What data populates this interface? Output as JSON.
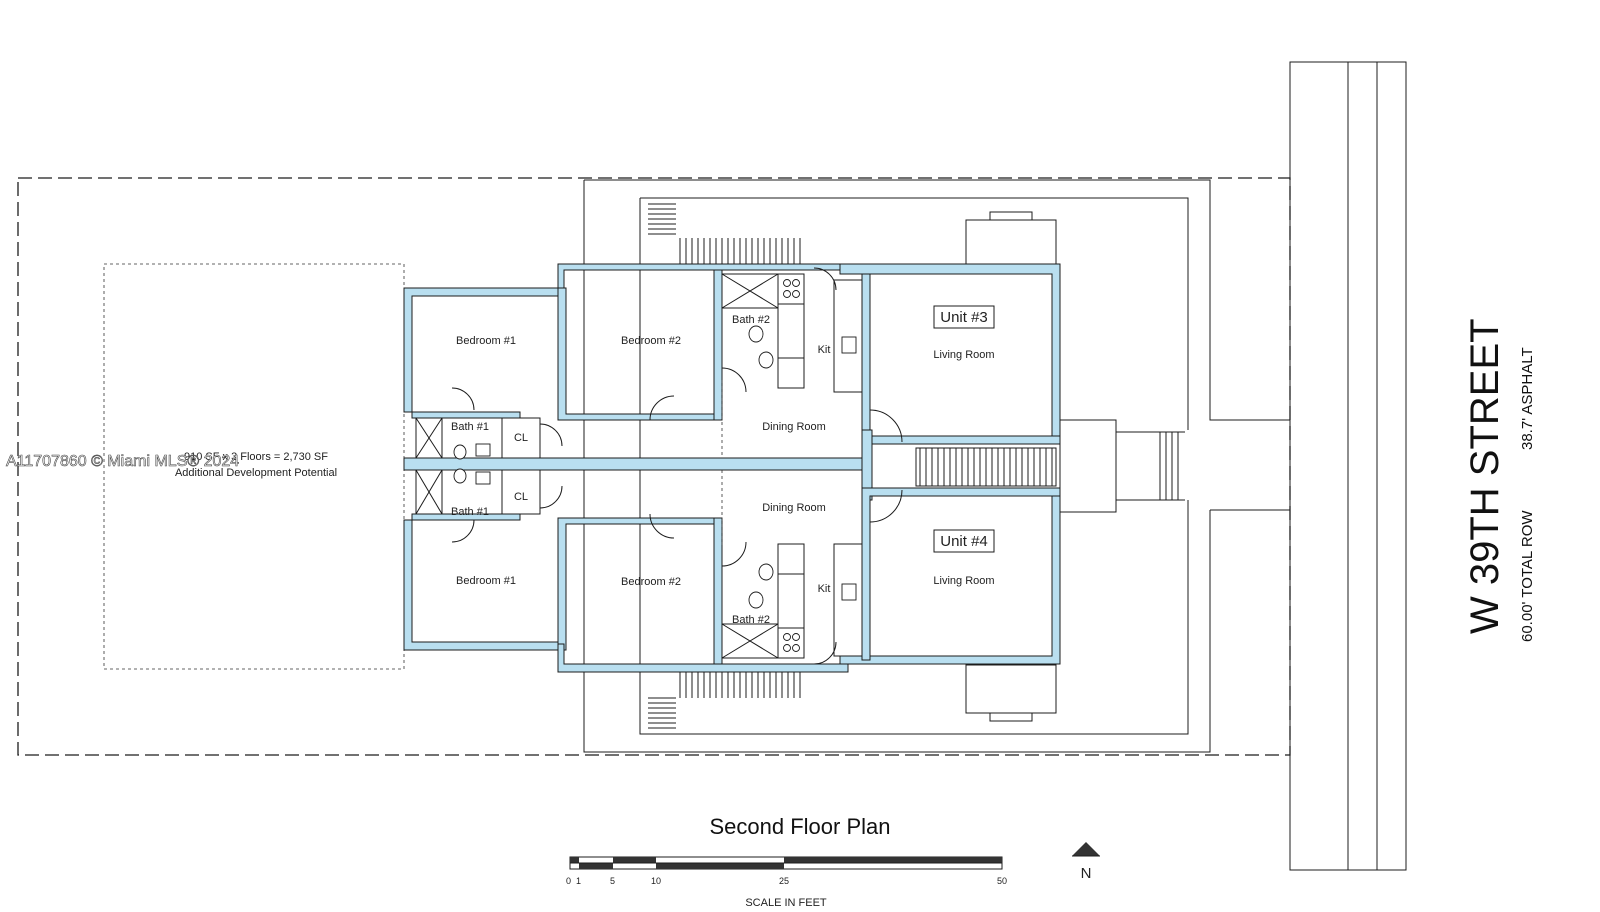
{
  "watermark": "A11707860 © Miami MLS® 2024",
  "development_note": {
    "line1": "910 SF x 3 Floors = 2,730 SF",
    "line2": "Additional Development Potential"
  },
  "units": {
    "upper": {
      "unit_label": "Unit #3",
      "living_room": "Living Room",
      "bedroom1": "Bedroom #1",
      "bedroom2": "Bedroom #2",
      "bath1": "Bath #1",
      "bath2": "Bath #2",
      "closet": "CL",
      "kitchen": "Kit",
      "dining": "Dining Room"
    },
    "lower": {
      "unit_label": "Unit #4",
      "living_room": "Living Room",
      "bedroom1": "Bedroom #1",
      "bedroom2": "Bedroom #2",
      "bath1": "Bath #1",
      "bath2": "Bath #2",
      "closet": "CL",
      "kitchen": "Kit",
      "dining": "Dining Room"
    }
  },
  "street": {
    "name": "W 39TH STREET",
    "row_total": "60.00' TOTAL ROW",
    "asphalt": "38.7' ASPHALT"
  },
  "title": "Second Floor Plan",
  "scale": {
    "label": "SCALE IN FEET",
    "ticks": [
      "0",
      "1",
      "5",
      "10",
      "25",
      "50"
    ]
  },
  "north": "N",
  "colors": {
    "wall_fill": "#b9dff0",
    "line": "#1c1c1c"
  }
}
